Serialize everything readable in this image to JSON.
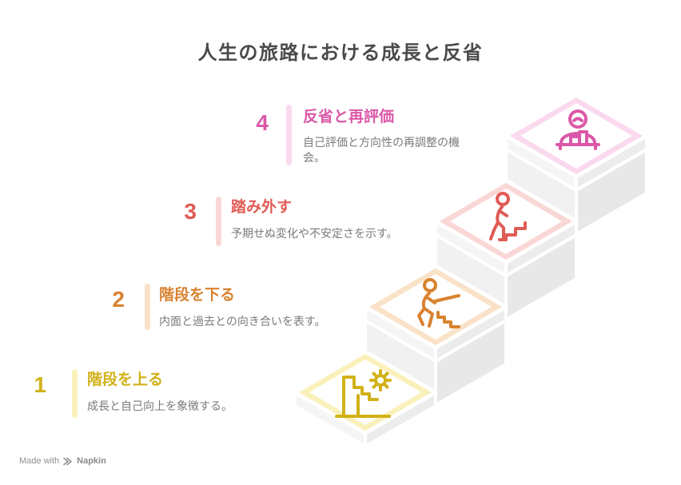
{
  "title": "人生の旅路における成長と反省",
  "steps": [
    {
      "number": "1",
      "title": "階段を上る",
      "description": "成長と自己向上を象徴する。",
      "color": "#d1b117",
      "band_color": "#faf1ba",
      "icon": "stairs-up-sun-icon"
    },
    {
      "number": "2",
      "title": "階段を下る",
      "description": "内面と過去との向き合いを表す。",
      "color": "#d9822f",
      "band_color": "#f9e2c7",
      "icon": "person-descending-stairs-icon"
    },
    {
      "number": "3",
      "title": "踏み外す",
      "description": "予期せぬ変化や不安定さを示す。",
      "color": "#e15b55",
      "band_color": "#f9d7d5",
      "icon": "person-missing-step-icon"
    },
    {
      "number": "4",
      "title": "反省と再評価",
      "description": "自己評価と方向性の再調整の機会。",
      "color": "#db58a8",
      "band_color": "#fad9ee",
      "icon": "person-reflecting-desk-icon"
    }
  ],
  "structure_colors": {
    "background": "#ffffff",
    "edge": "#ffffff",
    "face_light": "#f1f1f1",
    "face_dark": "#e8e8e8",
    "slab_light": "#f5f5f5",
    "slab_dark": "#ececec"
  },
  "text_colors": {
    "title": "#4a4a4a",
    "description": "#7a7a7a",
    "footer": "#8f8f8f"
  },
  "footer": {
    "made_with": "Made with",
    "brand": "Napkin"
  }
}
